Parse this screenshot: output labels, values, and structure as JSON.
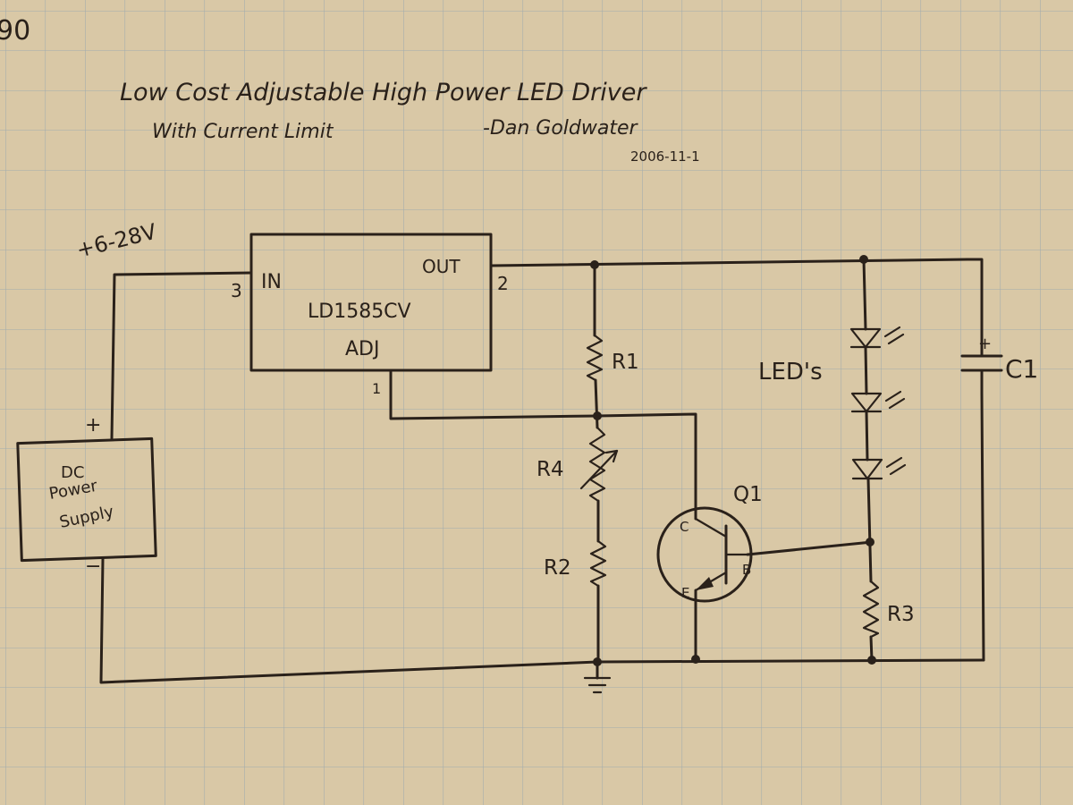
{
  "corner_mark": "90",
  "title": "Low Cost Adjustable High Power LED Driver",
  "subtitle": "With Current Limit",
  "author": "-Dan Goldwater",
  "date": "2006-11-1",
  "supply": {
    "voltage_label": "+6-28V",
    "box_line1": "DC",
    "box_line2": "Power",
    "box_line3": "Supply",
    "plus": "+",
    "minus": "−"
  },
  "regulator": {
    "pin_in_num": "3",
    "pin_in": "IN",
    "pin_out": "OUT",
    "pin_out_num": "2",
    "part": "LD1585CV",
    "pin_adj": "ADJ",
    "pin_adj_num": "1"
  },
  "components": {
    "r1": "R1",
    "r4": "R4",
    "r2": "R2",
    "r3": "R3",
    "leds": "LED's",
    "c1": "C1",
    "c1_plus": "+",
    "q1": "Q1",
    "collector": "C",
    "base": "B",
    "emitter": "E"
  },
  "colors": {
    "paper": "#d9c8a6",
    "grid": "#8fa3b0",
    "ink": "#2a211a"
  }
}
